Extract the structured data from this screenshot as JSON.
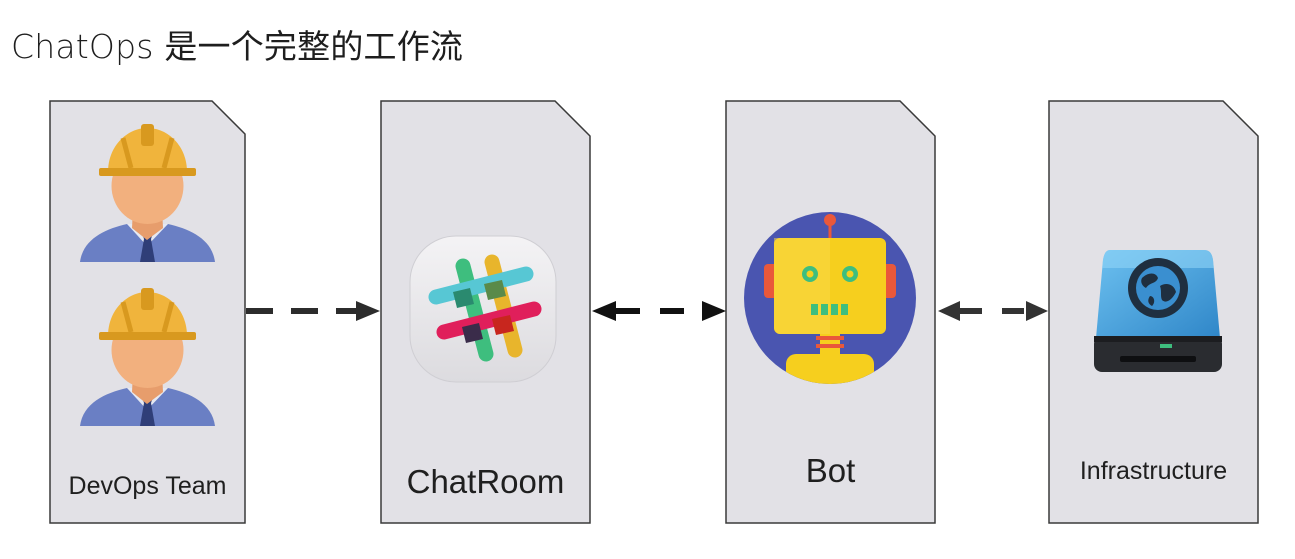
{
  "title": "ChatOps 是一个完整的工作流",
  "nodes": [
    {
      "id": "devops-team",
      "label": "DevOps Team",
      "icon": "engineer-icon"
    },
    {
      "id": "chatroom",
      "label": "ChatRoom",
      "icon": "slack-icon"
    },
    {
      "id": "bot",
      "label": "Bot",
      "icon": "robot-icon"
    },
    {
      "id": "infrastructure",
      "label": "Infrastructure",
      "icon": "hard-drive-icon"
    }
  ],
  "edges": [
    {
      "from": "devops-team",
      "to": "chatroom",
      "style": "dashed",
      "direction": "forward"
    },
    {
      "from": "chatroom",
      "to": "bot",
      "style": "dashed",
      "direction": "both"
    },
    {
      "from": "bot",
      "to": "infrastructure",
      "style": "dashed",
      "direction": "both"
    }
  ],
  "colors": {
    "card_fill": "#e2e1e6",
    "card_stroke": "#3a3a3a",
    "arrow": "#2c2c2c",
    "helmet": "#f0b43c",
    "face": "#f2b07e",
    "shirt": "#6a7fc4",
    "robot_bg": "#4a55b0",
    "robot_head": "#f6cf1e",
    "drive_body": "#4aa6e0"
  }
}
